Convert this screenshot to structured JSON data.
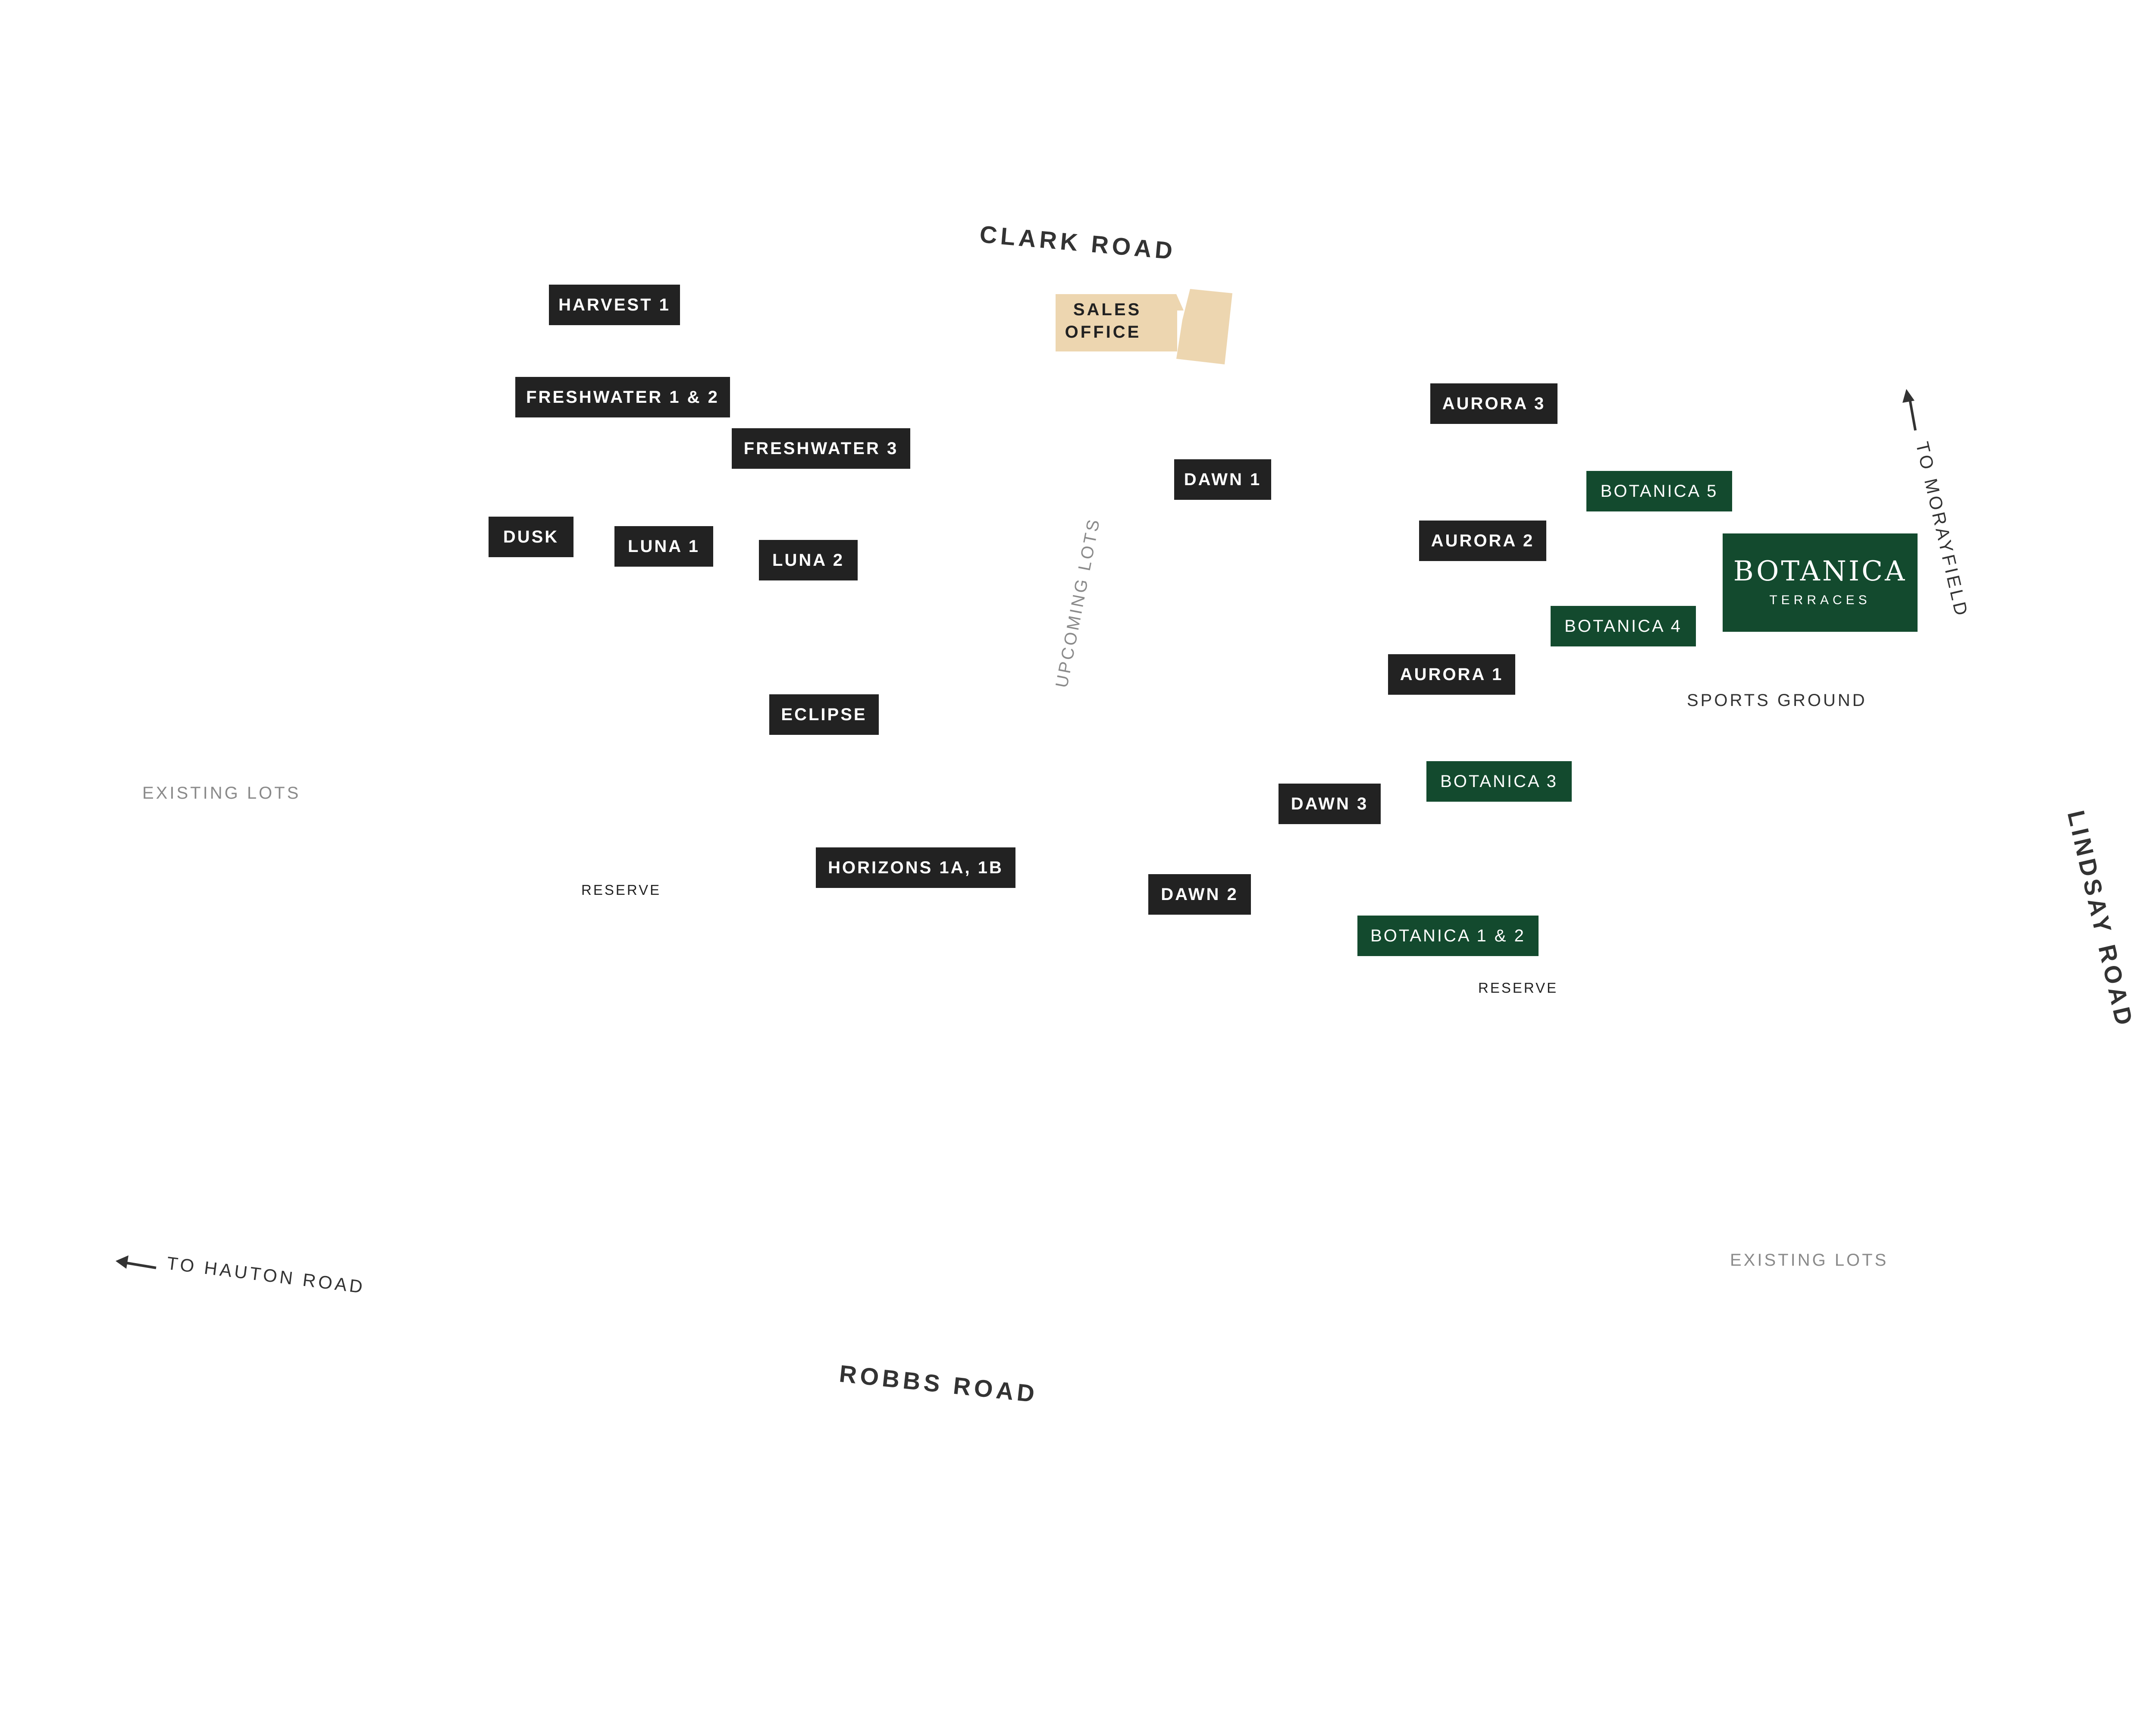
{
  "roads": {
    "clark": "CLARK ROAD",
    "robbs": "ROBBS ROAD",
    "lindsay": "LINDSAY ROAD"
  },
  "directions": {
    "morayfield": "TO MORAYFIELD",
    "hauton": "TO HAUTON ROAD"
  },
  "sales_office": {
    "line1": "SALES",
    "line2": "OFFICE",
    "color": "#edd6b0"
  },
  "stages": {
    "harvest_1": "HARVEST 1",
    "freshwater_1_2": "FRESHWATER 1 & 2",
    "freshwater_3": "FRESHWATER 3",
    "dusk": "DUSK",
    "luna_1": "LUNA 1",
    "luna_2": "LUNA 2",
    "eclipse": "ECLIPSE",
    "horizons": "HORIZONS 1A, 1B",
    "dawn_1": "DAWN 1",
    "dawn_2": "DAWN 2",
    "dawn_3": "DAWN 3",
    "aurora_1": "AURORA 1",
    "aurora_2": "AURORA 2",
    "aurora_3": "AURORA 3"
  },
  "botanica": {
    "b5": "BOTANICA 5",
    "b4": "BOTANICA 4",
    "b3": "BOTANICA 3",
    "b1_2": "BOTANICA 1 & 2"
  },
  "logo": {
    "title": "BOTANICA",
    "subtitle": "TERRACES"
  },
  "areas": {
    "upcoming_lots": "UPCOMING  LOTS",
    "existing_lots_west": "EXISTING LOTS",
    "existing_lots_east": "EXISTING LOTS",
    "sports_ground": "SPORTS GROUND",
    "reserve_west": "RESERVE",
    "reserve_east": "RESERVE"
  },
  "colors": {
    "stage_label": "#222222",
    "botanica_label": "#134a2e",
    "sales_office": "#edd6b0",
    "road_text": "#333333",
    "area_text": "#8a8a8a"
  }
}
